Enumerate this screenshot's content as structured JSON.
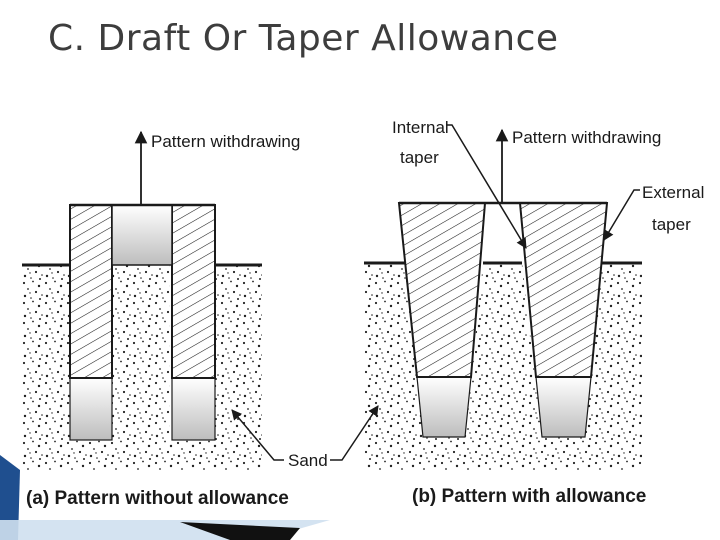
{
  "title": "C. Draft Or Taper Allowance",
  "labels": {
    "withdraw_a": "Pattern withdrawing",
    "withdraw_b": "Pattern withdrawing",
    "internal_taper_1": "Internal",
    "internal_taper_2": "taper",
    "external_taper_1": "External",
    "external_taper_2": "taper",
    "sand": "Sand",
    "caption_a": "(a) Pattern without allowance",
    "caption_b": "(b) Pattern with allowance"
  },
  "colors": {
    "accent_blue": "#1f4f8f",
    "accent_light": "#cfe0ef",
    "ink": "#1a1a1a"
  }
}
